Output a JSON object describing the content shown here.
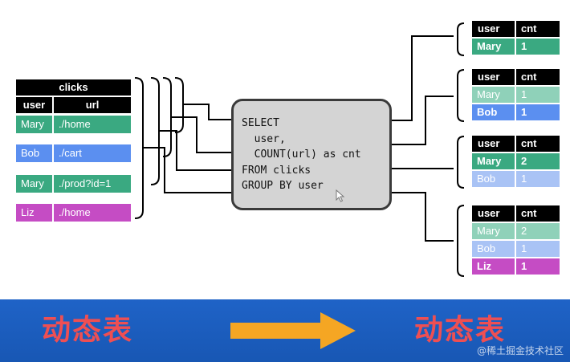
{
  "input_table": {
    "title": "clicks",
    "columns": [
      "user",
      "url"
    ],
    "rows": [
      {
        "user": "Mary",
        "url": "./home",
        "color": "#3aa981"
      },
      {
        "user": "Bob",
        "url": "./cart",
        "color": "#5b8ff0"
      },
      {
        "user": "Mary",
        "url": "./prod?id=1",
        "color": "#3aa981"
      },
      {
        "user": "Liz",
        "url": "./home",
        "color": "#c54cc4"
      }
    ]
  },
  "query": {
    "lines": [
      "SELECT",
      "  user,",
      "  COUNT(url) as cnt",
      "FROM clicks",
      "GROUP BY user"
    ]
  },
  "result_tables": [
    {
      "columns": [
        "user",
        "cnt"
      ],
      "rows": [
        {
          "user": "Mary",
          "cnt": "1"
        }
      ]
    },
    {
      "columns": [
        "user",
        "cnt"
      ],
      "rows": [
        {
          "user": "Mary",
          "cnt": "1"
        },
        {
          "user": "Bob",
          "cnt": "1"
        }
      ]
    },
    {
      "columns": [
        "user",
        "cnt"
      ],
      "rows": [
        {
          "user": "Mary",
          "cnt": "2"
        },
        {
          "user": "Bob",
          "cnt": "1"
        }
      ]
    },
    {
      "columns": [
        "user",
        "cnt"
      ],
      "rows": [
        {
          "user": "Mary",
          "cnt": "2"
        },
        {
          "user": "Bob",
          "cnt": "1"
        },
        {
          "user": "Liz",
          "cnt": "1"
        }
      ]
    }
  ],
  "banner": {
    "left_label": "动态表",
    "right_label": "动态表",
    "watermark": "@稀土掘金技术社区"
  },
  "colors": {
    "green": "#3aa981",
    "blue": "#5b8ff0",
    "purple": "#c54cc4",
    "arrow": "#f5a623",
    "banner": "#1f63c7",
    "banner_text": "#ee4f53"
  }
}
